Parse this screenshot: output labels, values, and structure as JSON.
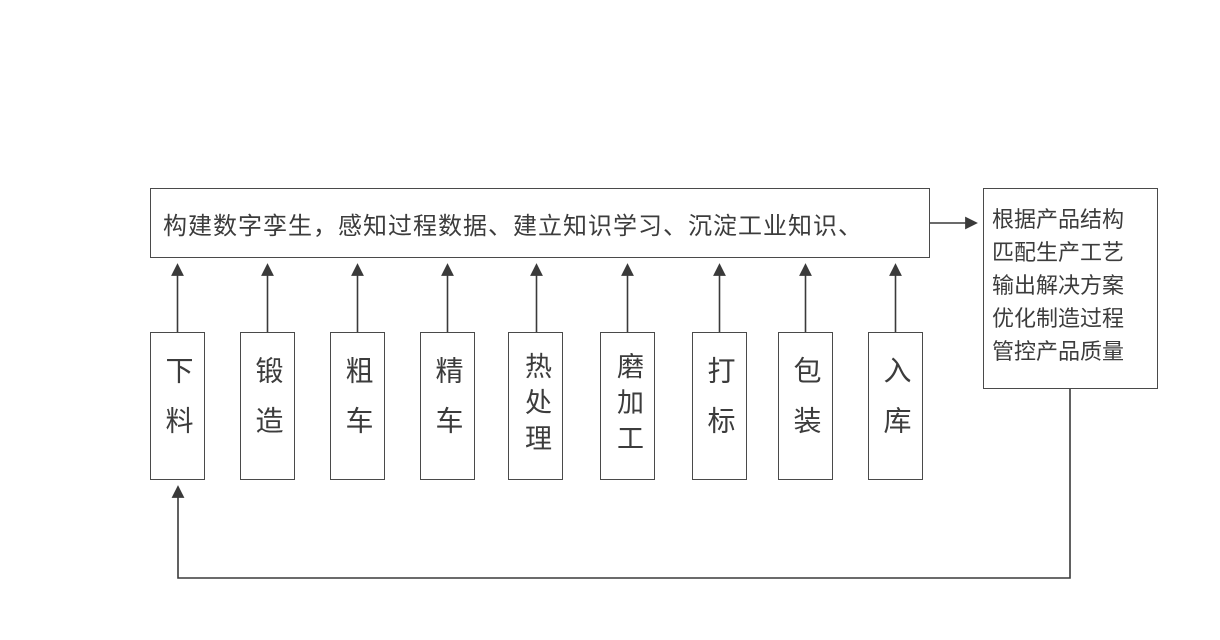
{
  "diagram": {
    "banner": {
      "label": "构建数字孪生，感知过程数据、建立知识学习、沉淀工业知识、"
    },
    "right_panel": {
      "lines": [
        "根据产品结构",
        "匹配生产工艺",
        "输出解决方案",
        "优化制造过程",
        "管控产品质量"
      ]
    },
    "steps": [
      "下料",
      "锻造",
      "粗车",
      "精车",
      "热处理",
      "磨加工",
      "打标",
      "包装",
      "入库"
    ],
    "colors": {
      "line": "#3a3a3a",
      "border": "#4a4a4a",
      "text": "#3c3c3c",
      "background": "#ffffff"
    }
  }
}
